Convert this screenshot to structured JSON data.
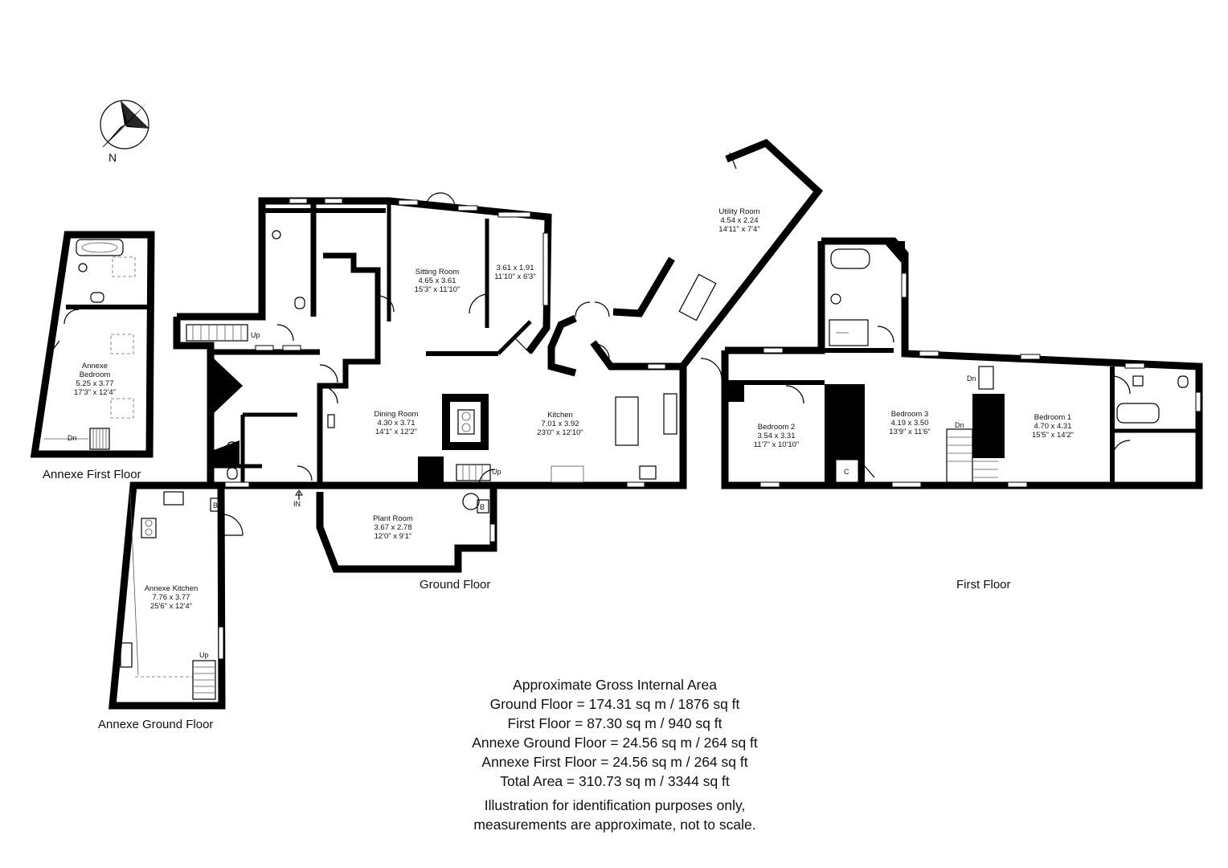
{
  "compass": {
    "label": "N",
    "icon": "compass-rose-icon"
  },
  "floors": {
    "ground": "Ground Floor",
    "first": "First Floor",
    "annexe_ground": "Annexe Ground Floor",
    "annexe_first": "Annexe First Floor"
  },
  "rooms": {
    "sitting": {
      "name": "Sitting Room",
      "metric": "4.65 x 3.61",
      "imperial": "15'3\" x 11'10\""
    },
    "study": {
      "metric": "3.61 x 1.91",
      "imperial": "11'10\" x 6'3\""
    },
    "utility": {
      "name": "Utility Room",
      "metric": "4.54 x 2.24",
      "imperial": "14'11\" x 7'4\""
    },
    "dining": {
      "name": "Dining Room",
      "metric": "4.30 x 3.71",
      "imperial": "14'1\" x 12'2\""
    },
    "kitchen": {
      "name": "Kitchen",
      "metric": "7.01 x 3.92",
      "imperial": "23'0\" x 12'10\""
    },
    "plant": {
      "name": "Plant Room",
      "metric": "3.67 x 2.78",
      "imperial": "12'0\" x 9'1\""
    },
    "bed2": {
      "name": "Bedroom 2",
      "metric": "3.54 x 3.31",
      "imperial": "11'7\" x 10'10\""
    },
    "bed3": {
      "name": "Bedroom 3",
      "metric": "4.19 x 3.50",
      "imperial": "13'9\" x 11'6\""
    },
    "bed1": {
      "name": "Bedroom 1",
      "metric": "4.70 x 4.31",
      "imperial": "15'5\" x 14'2\""
    },
    "annexe_bedroom": {
      "name1": "Annexe",
      "name2": "Bedroom",
      "metric": "5.25 x 3.77",
      "imperial": "17'3\" x 12'4\""
    },
    "annexe_kitchen": {
      "name": "Annexe Kitchen",
      "metric": "7.76 x 3.77",
      "imperial": "25'6\" x 12'4\""
    }
  },
  "markers": {
    "up": "Up",
    "down": "Dn",
    "in": "IN",
    "boiler": "B",
    "cupboard": "C"
  },
  "area_summary": {
    "title": "Approximate Gross Internal Area",
    "ground": "Ground Floor = 174.31 sq m / 1876 sq ft",
    "first": "First Floor = 87.30 sq m / 940 sq ft",
    "annexe_ground": "Annexe Ground Floor = 24.56 sq m / 264 sq ft",
    "annexe_first": "Annexe First Floor = 24.56 sq m / 264 sq ft",
    "total": "Total Area = 310.73 sq m / 3344 sq ft",
    "disclaimer1": "Illustration for identification purposes only,",
    "disclaimer2": "measurements are approximate, not to scale."
  }
}
